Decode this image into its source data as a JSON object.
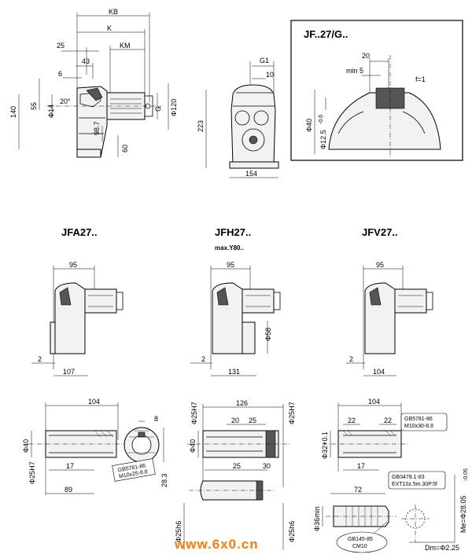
{
  "top_view": {
    "dims": {
      "kb": "KB",
      "k": "K",
      "km": "KM",
      "d25": "25",
      "d43": "43",
      "d6": "6",
      "d140": "140",
      "d55": "55",
      "phi14": "Φ14",
      "ang20": "20°",
      "d98_7": "98.7",
      "d60": "60",
      "g": "G",
      "phi120": "Φ120"
    }
  },
  "front_view": {
    "dims": {
      "g1": "G1",
      "d10": "10",
      "d223": "223",
      "d154": "154"
    }
  },
  "detail_box": {
    "title": "JF..27/G..",
    "dims": {
      "d20": "20",
      "min5": "min 5",
      "f1": "f=1",
      "phi40": "Φ40",
      "phi12_5": "Φ12.5",
      "tol": "-0.6"
    }
  },
  "variants": [
    {
      "title": "JFA27..",
      "subtitle": "",
      "top_dim": "95",
      "bottom_dim": "107",
      "left_dim": "2",
      "side_dim": ""
    },
    {
      "title": "JFH27..",
      "subtitle": "max.Y80..",
      "top_dim": "95",
      "bottom_dim": "131",
      "left_dim": "2",
      "side_dim": "Φ58"
    },
    {
      "title": "JFV27..",
      "subtitle": "",
      "top_dim": "95",
      "bottom_dim": "104",
      "left_dim": "2",
      "side_dim": ""
    }
  ],
  "shaft_a": {
    "dims": {
      "d104": "104",
      "phi40": "Φ40",
      "phi25": "Φ25H7",
      "d17": "17",
      "d89": "89",
      "d8": "8",
      "d28_3": "28.3",
      "note1": "GB5781-86",
      "note2": "M10x25-8.8"
    }
  },
  "shaft_h": {
    "dims": {
      "d126": "126",
      "d20": "20",
      "d25": "25",
      "d25b": "25",
      "d30": "30",
      "phi40": "Φ40",
      "phi25a": "Φ25H7",
      "phi25b": "Φ25H7",
      "phi25c": "Φ25h6",
      "phi25d": "Φ25h6"
    }
  },
  "shaft_v": {
    "dims": {
      "d104": "104",
      "d22a": "22",
      "d22b": "22",
      "d17": "17",
      "d72": "72",
      "phi32": "Φ32+0.1",
      "phi36": "Φ36min",
      "note1": "GB5781-86",
      "note2": "M10x30-8.8",
      "note3": "GB3478.1-83",
      "note4": "EXT10z.5m.30P.5f",
      "note5": "GB145-85",
      "note6": "CM10",
      "me": "Me=Φ28.05",
      "me_tol": "-0.05",
      "dm": "Dm=Φ2.25"
    }
  },
  "watermark": "www.6x0.cn"
}
